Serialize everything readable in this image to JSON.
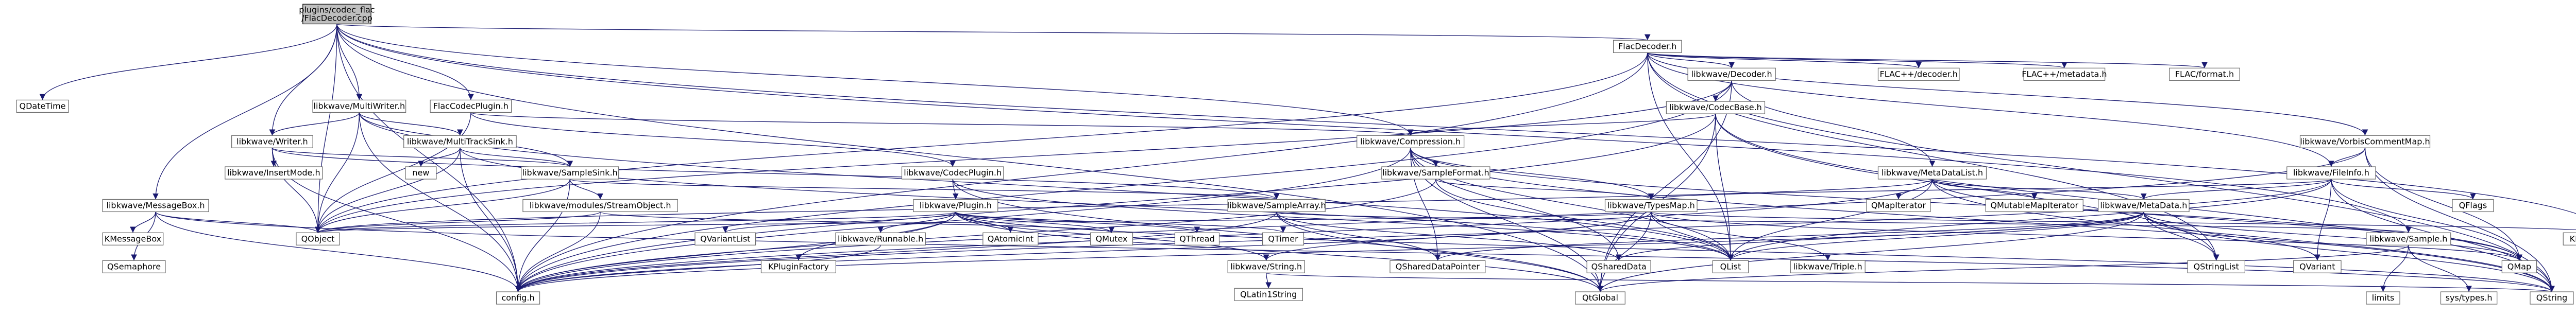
{
  "diagram": {
    "root": "plugins/codec_flac/FlacDecoder.cpp",
    "root_lines": [
      "plugins/codec_flac",
      "/FlacDecoder.cpp"
    ],
    "colors": {
      "edge": "#191970",
      "node_border": "#666666",
      "root_fill": "#bfbfbf"
    },
    "nodes": [
      {
        "id": "root",
        "label": "plugins/codec_flac\n/FlacDecoder.cpp"
      },
      {
        "id": "QDateTime",
        "label": "QDateTime"
      },
      {
        "id": "FlacDecoder.h",
        "label": "FlacDecoder.h"
      },
      {
        "id": "kMultiWriter",
        "label": "libkwave/MultiWriter.h"
      },
      {
        "id": "FlacCodecPlugin",
        "label": "FlacCodecPlugin.h"
      },
      {
        "id": "kDecoder",
        "label": "libkwave/Decoder.h"
      },
      {
        "id": "FLACdecoder",
        "label": "FLAC++/decoder.h"
      },
      {
        "id": "FLACmetadata",
        "label": "FLAC++/metadata.h"
      },
      {
        "id": "FLACformat",
        "label": "FLAC/format.h"
      },
      {
        "id": "kCodecBase",
        "label": "libkwave/CodecBase.h"
      },
      {
        "id": "kWriter",
        "label": "libkwave/Writer.h"
      },
      {
        "id": "kMultiTrackSink",
        "label": "libkwave/MultiTrackSink.h"
      },
      {
        "id": "kCompression",
        "label": "libkwave/Compression.h"
      },
      {
        "id": "kVorbisCommentMap",
        "label": "libkwave/VorbisCommentMap.h"
      },
      {
        "id": "kInsertMode",
        "label": "libkwave/InsertMode.h"
      },
      {
        "id": "new",
        "label": "new"
      },
      {
        "id": "kSampleSink",
        "label": "libkwave/SampleSink.h"
      },
      {
        "id": "kCodecPlugin",
        "label": "libkwave/CodecPlugin.h"
      },
      {
        "id": "kSampleFormat",
        "label": "libkwave/SampleFormat.h"
      },
      {
        "id": "kMetaDataList",
        "label": "libkwave/MetaDataList.h"
      },
      {
        "id": "kFileInfo",
        "label": "libkwave/FileInfo.h"
      },
      {
        "id": "kMessageBox",
        "label": "libkwave/MessageBox.h"
      },
      {
        "id": "kStreamObject",
        "label": "libkwave/modules/StreamObject.h"
      },
      {
        "id": "kPlugin",
        "label": "libkwave/Plugin.h"
      },
      {
        "id": "kSampleArray",
        "label": "libkwave/SampleArray.h"
      },
      {
        "id": "QMapIterator",
        "label": "QMapIterator"
      },
      {
        "id": "QMutableMapIterator",
        "label": "QMutableMapIterator"
      },
      {
        "id": "kMetaData",
        "label": "libkwave/MetaData.h"
      },
      {
        "id": "kTypesMap",
        "label": "libkwave/TypesMap.h"
      },
      {
        "id": "QFlags",
        "label": "QFlags"
      },
      {
        "id": "KMessageBox",
        "label": "KMessageBox"
      },
      {
        "id": "QSemaphore",
        "label": "QSemaphore"
      },
      {
        "id": "QObject",
        "label": "QObject"
      },
      {
        "id": "QVariantList",
        "label": "QVariantList"
      },
      {
        "id": "KPluginFactory",
        "label": "KPluginFactory"
      },
      {
        "id": "kRunnable",
        "label": "libkwave/Runnable.h"
      },
      {
        "id": "QAtomicInt",
        "label": "QAtomicInt"
      },
      {
        "id": "QMutex",
        "label": "QMutex"
      },
      {
        "id": "QThread",
        "label": "QThread"
      },
      {
        "id": "QTimer",
        "label": "QTimer"
      },
      {
        "id": "kString",
        "label": "libkwave/String.h"
      },
      {
        "id": "QSharedDataPointer",
        "label": "QSharedDataPointer"
      },
      {
        "id": "QSharedData",
        "label": "QSharedData"
      },
      {
        "id": "QList",
        "label": "QList"
      },
      {
        "id": "kTriple",
        "label": "libkwave/Triple.h"
      },
      {
        "id": "QStringList",
        "label": "QStringList"
      },
      {
        "id": "QVariant",
        "label": "QVariant"
      },
      {
        "id": "kSample",
        "label": "libkwave/Sample.h"
      },
      {
        "id": "QMap",
        "label": "QMap"
      },
      {
        "id": "KLocalizedString",
        "label": "KLocalizedString"
      },
      {
        "id": "configh",
        "label": "config.h"
      },
      {
        "id": "QLatin1String",
        "label": "QLatin1String"
      },
      {
        "id": "QtGlobal",
        "label": "QtGlobal"
      },
      {
        "id": "limits",
        "label": "limits"
      },
      {
        "id": "systypes",
        "label": "sys/types.h"
      },
      {
        "id": "QString",
        "label": "QString"
      }
    ],
    "edges": [
      [
        "root",
        "QDateTime"
      ],
      [
        "root",
        "FlacDecoder.h"
      ],
      [
        "root",
        "kMultiWriter"
      ],
      [
        "root",
        "FlacCodecPlugin"
      ],
      [
        "root",
        "kCompression"
      ],
      [
        "root",
        "kMessageBox"
      ],
      [
        "root",
        "kWriter"
      ],
      [
        "root",
        "QObject"
      ],
      [
        "root",
        "configh"
      ],
      [
        "root",
        "kSample"
      ],
      [
        "root",
        "KLocalizedString"
      ],
      [
        "root",
        "QtGlobal"
      ],
      [
        "FlacDecoder.h",
        "kDecoder"
      ],
      [
        "FlacDecoder.h",
        "FLACdecoder"
      ],
      [
        "FlacDecoder.h",
        "FLACmetadata"
      ],
      [
        "FlacDecoder.h",
        "FLACformat"
      ],
      [
        "FlacDecoder.h",
        "kVorbisCommentMap"
      ],
      [
        "FlacDecoder.h",
        "kFileInfo"
      ],
      [
        "FlacDecoder.h",
        "QList"
      ],
      [
        "FlacDecoder.h",
        "QObject"
      ],
      [
        "FlacDecoder.h",
        "QString"
      ],
      [
        "FlacDecoder.h",
        "QStringList"
      ],
      [
        "FlacDecoder.h",
        "configh"
      ],
      [
        "kMultiWriter",
        "kWriter"
      ],
      [
        "kMultiWriter",
        "kMultiTrackSink"
      ],
      [
        "kMultiWriter",
        "QObject"
      ],
      [
        "kMultiWriter",
        "configh"
      ],
      [
        "kMultiWriter",
        "QList"
      ],
      [
        "kMultiWriter",
        "kSampleSink"
      ],
      [
        "FlacCodecPlugin",
        "kCodecPlugin"
      ],
      [
        "FlacCodecPlugin",
        "kCompression"
      ],
      [
        "FlacCodecPlugin",
        "QObject"
      ],
      [
        "kDecoder",
        "kCodecBase"
      ],
      [
        "kDecoder",
        "kMetaDataList"
      ],
      [
        "kDecoder",
        "QObject"
      ],
      [
        "kDecoder",
        "configh"
      ],
      [
        "kDecoder",
        "QtGlobal"
      ],
      [
        "kCodecBase",
        "kCompression"
      ],
      [
        "kCodecBase",
        "QList"
      ],
      [
        "kCodecBase",
        "QString"
      ],
      [
        "kCodecBase",
        "QStringList"
      ],
      [
        "kCodecBase",
        "configh"
      ],
      [
        "kCodecBase",
        "QtGlobal"
      ],
      [
        "kWriter",
        "kInsertMode"
      ],
      [
        "kWriter",
        "kSampleSink"
      ],
      [
        "kWriter",
        "QObject"
      ],
      [
        "kWriter",
        "configh"
      ],
      [
        "kWriter",
        "kSampleArray"
      ],
      [
        "kMultiTrackSink",
        "new"
      ],
      [
        "kMultiTrackSink",
        "kSampleSink"
      ],
      [
        "kMultiTrackSink",
        "QObject"
      ],
      [
        "kMultiTrackSink",
        "configh"
      ],
      [
        "kMultiTrackSink",
        "QList"
      ],
      [
        "kCompression",
        "kSampleFormat"
      ],
      [
        "kCompression",
        "kTypesMap"
      ],
      [
        "kCompression",
        "QSharedDataPointer"
      ],
      [
        "kCompression",
        "QSharedData"
      ],
      [
        "kCompression",
        "QList"
      ],
      [
        "kCompression",
        "QMap"
      ],
      [
        "kCompression",
        "QString"
      ],
      [
        "kCompression",
        "QtGlobal"
      ],
      [
        "kCompression",
        "configh"
      ],
      [
        "kVorbisCommentMap",
        "kFileInfo"
      ],
      [
        "kVorbisCommentMap",
        "QMap"
      ],
      [
        "kVorbisCommentMap",
        "QString"
      ],
      [
        "kVorbisCommentMap",
        "configh"
      ],
      [
        "kSampleSink",
        "kStreamObject"
      ],
      [
        "kSampleSink",
        "kSampleArray"
      ],
      [
        "kSampleSink",
        "QObject"
      ],
      [
        "kSampleSink",
        "configh"
      ],
      [
        "kCodecPlugin",
        "kPlugin"
      ],
      [
        "kCodecPlugin",
        "QList"
      ],
      [
        "kCodecPlugin",
        "QtGlobal"
      ],
      [
        "kSampleFormat",
        "kTypesMap"
      ],
      [
        "kSampleFormat",
        "configh"
      ],
      [
        "kSampleFormat",
        "QList"
      ],
      [
        "kMetaDataList",
        "QMapIterator"
      ],
      [
        "kMetaDataList",
        "QMutableMapIterator"
      ],
      [
        "kMetaDataList",
        "kMetaData"
      ],
      [
        "kMetaDataList",
        "QList"
      ],
      [
        "kMetaDataList",
        "QObject"
      ],
      [
        "kMetaDataList",
        "QString"
      ],
      [
        "kMetaDataList",
        "configh"
      ],
      [
        "kMetaDataList",
        "QMap"
      ],
      [
        "kFileInfo",
        "QFlags"
      ],
      [
        "kFileInfo",
        "kMetaData"
      ],
      [
        "kFileInfo",
        "kTypesMap"
      ],
      [
        "kFileInfo",
        "QList"
      ],
      [
        "kFileInfo",
        "QMap"
      ],
      [
        "kFileInfo",
        "QString"
      ],
      [
        "kFileInfo",
        "QVariant"
      ],
      [
        "kFileInfo",
        "configh"
      ],
      [
        "kMessageBox",
        "KMessageBox"
      ],
      [
        "kMessageBox",
        "QSemaphore"
      ],
      [
        "kMessageBox",
        "QObject"
      ],
      [
        "kMessageBox",
        "configh"
      ],
      [
        "kMessageBox",
        "QString"
      ],
      [
        "kStreamObject",
        "QMutex"
      ],
      [
        "kStreamObject",
        "QObject"
      ],
      [
        "kStreamObject",
        "configh"
      ],
      [
        "kPlugin",
        "QVariantList"
      ],
      [
        "kPlugin",
        "KPluginFactory"
      ],
      [
        "kPlugin",
        "kRunnable"
      ],
      [
        "kPlugin",
        "QAtomicInt"
      ],
      [
        "kPlugin",
        "QMutex"
      ],
      [
        "kPlugin",
        "QThread"
      ],
      [
        "kPlugin",
        "QTimer"
      ],
      [
        "kPlugin",
        "kString"
      ],
      [
        "kPlugin",
        "QObject"
      ],
      [
        "kPlugin",
        "configh"
      ],
      [
        "kPlugin",
        "QString"
      ],
      [
        "kPlugin",
        "QtGlobal"
      ],
      [
        "kSampleArray",
        "kSample"
      ],
      [
        "kSampleArray",
        "QSharedDataPointer"
      ],
      [
        "kSampleArray",
        "QSharedData"
      ],
      [
        "kSampleArray",
        "configh"
      ],
      [
        "kSampleArray",
        "QtGlobal"
      ],
      [
        "kMetaData",
        "QList"
      ],
      [
        "kMetaData",
        "QMap"
      ],
      [
        "kMetaData",
        "QSharedData"
      ],
      [
        "kMetaData",
        "QSharedDataPointer"
      ],
      [
        "kMetaData",
        "QString"
      ],
      [
        "kMetaData",
        "QStringList"
      ],
      [
        "kMetaData",
        "QVariant"
      ],
      [
        "kMetaData",
        "configh"
      ],
      [
        "kMetaData",
        "QtGlobal"
      ],
      [
        "kTypesMap",
        "kTriple"
      ],
      [
        "kTypesMap",
        "QList"
      ],
      [
        "kTypesMap",
        "QMap"
      ],
      [
        "kTypesMap",
        "QObject"
      ],
      [
        "kTypesMap",
        "KLocalizedString"
      ],
      [
        "kTypesMap",
        "configh"
      ],
      [
        "kTypesMap",
        "kString"
      ],
      [
        "kTypesMap",
        "QtGlobal"
      ],
      [
        "kRunnable",
        "configh"
      ],
      [
        "kString",
        "QLatin1String"
      ],
      [
        "kString",
        "QString"
      ],
      [
        "kSample",
        "limits"
      ],
      [
        "kSample",
        "systypes"
      ],
      [
        "kSample",
        "QtGlobal"
      ]
    ]
  }
}
